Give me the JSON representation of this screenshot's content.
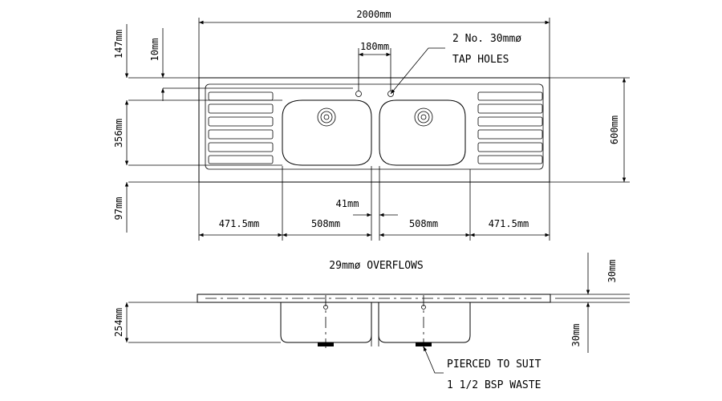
{
  "plan": {
    "overall_width": "2000mm",
    "overall_depth": "600mm",
    "back_ledge": "147mm",
    "tap_offset": "10mm",
    "bowl_depth_plan": "356mm",
    "front_ledge": "97mm",
    "tap_spacing": "180mm",
    "tap_holes_line1": "2 No. 30mmø",
    "tap_holes_line2": "TAP HOLES",
    "drainer_left": "471.5mm",
    "bowl_left": "508mm",
    "bowl_gap": "41mm",
    "bowl_right": "508mm",
    "drainer_right": "471.5mm",
    "overflows": "29mmø OVERFLOWS"
  },
  "elevation": {
    "bowl_depth": "254mm",
    "top_thickness": "30mm",
    "upstand": "30mm",
    "waste_line1": "PIERCED TO SUIT",
    "waste_line2": "1 1/2 BSP WASTE"
  }
}
